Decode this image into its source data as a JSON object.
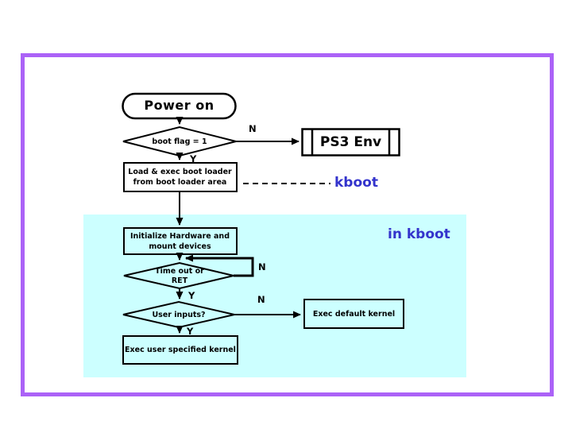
{
  "colors": {
    "border": "#ab62f7",
    "region": "#ccffff",
    "accent": "#3333cc",
    "line": "#000000"
  },
  "nodes": {
    "power_on": {
      "label": "Power on"
    },
    "boot_flag": {
      "label": "boot flag = 1"
    },
    "ps3_env": {
      "label": "PS3 Env"
    },
    "load_boot_loader": {
      "label": "Load & exec boot loader\nfrom boot loader area"
    },
    "init_hardware": {
      "label": "Initialize Hardware and\nmount devices"
    },
    "timeout_ret": {
      "label": "Time out or\nRET"
    },
    "user_inputs": {
      "label": "User inputs?"
    },
    "exec_default": {
      "label": "Exec default kernel"
    },
    "exec_user": {
      "label": "Exec user specified kernel"
    }
  },
  "annotations": {
    "kboot": "kboot",
    "in_kboot": "in kboot"
  },
  "edge_labels": {
    "boot_flag_no": "N",
    "boot_flag_yes": "Y",
    "timeout_no": "N",
    "timeout_yes": "Y",
    "user_inputs_no": "N",
    "user_inputs_yes": "Y"
  }
}
